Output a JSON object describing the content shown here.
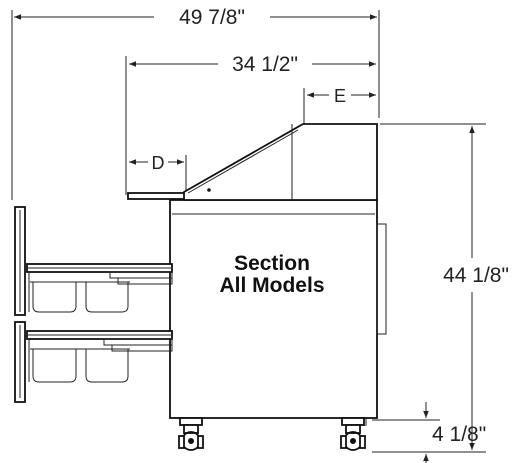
{
  "dimensions": {
    "overall_width": "49 7/8\"",
    "rail_width": "34 1/2\"",
    "dim_e": "E",
    "dim_d": "D",
    "overall_height": "44 1/8\"",
    "caster_height": "4 1/8\""
  },
  "section_label": {
    "line1": "Section",
    "line2": "All Models"
  }
}
